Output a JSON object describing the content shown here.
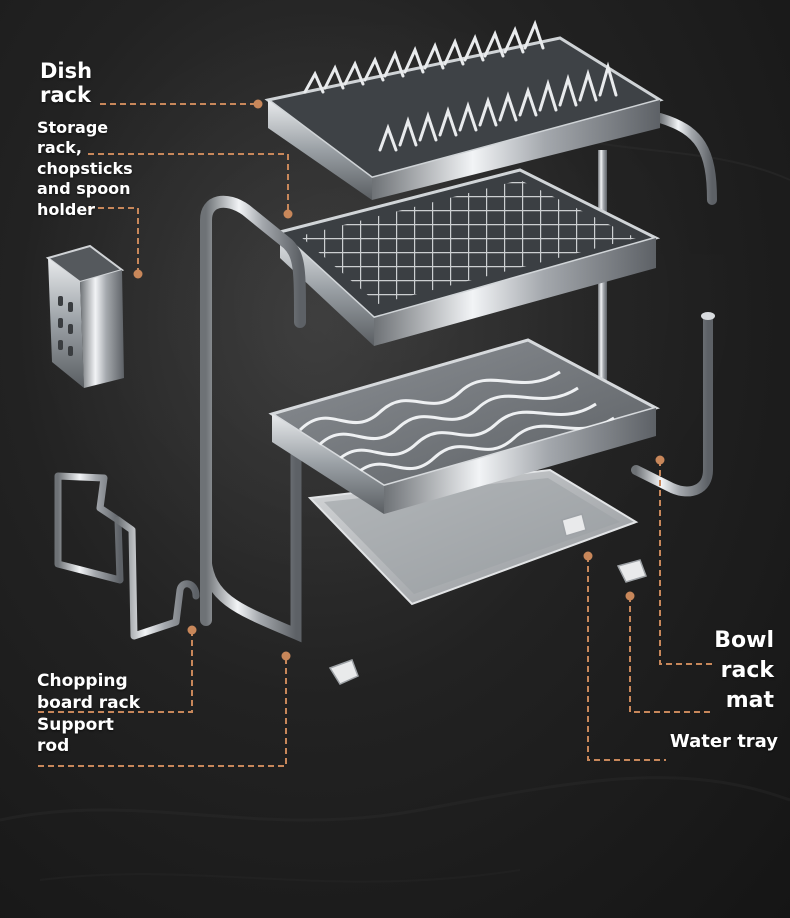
{
  "labels": {
    "dish_rack": [
      "Dish",
      "rack"
    ],
    "storage_rack": [
      "Storage",
      "rack,",
      "chopsticks",
      "and spoon",
      "holder"
    ],
    "chopping_board": [
      "Chopping",
      "board rack",
      "Support",
      "rod"
    ],
    "bowl_rack_mat": [
      "Bowl",
      "rack",
      "mat"
    ],
    "water_tray": "Water tray"
  },
  "colors": {
    "leader_line": "#c8875a",
    "label_text": "#ffffff",
    "steel": "#c9cdd2",
    "background": "#1e1e1e"
  }
}
